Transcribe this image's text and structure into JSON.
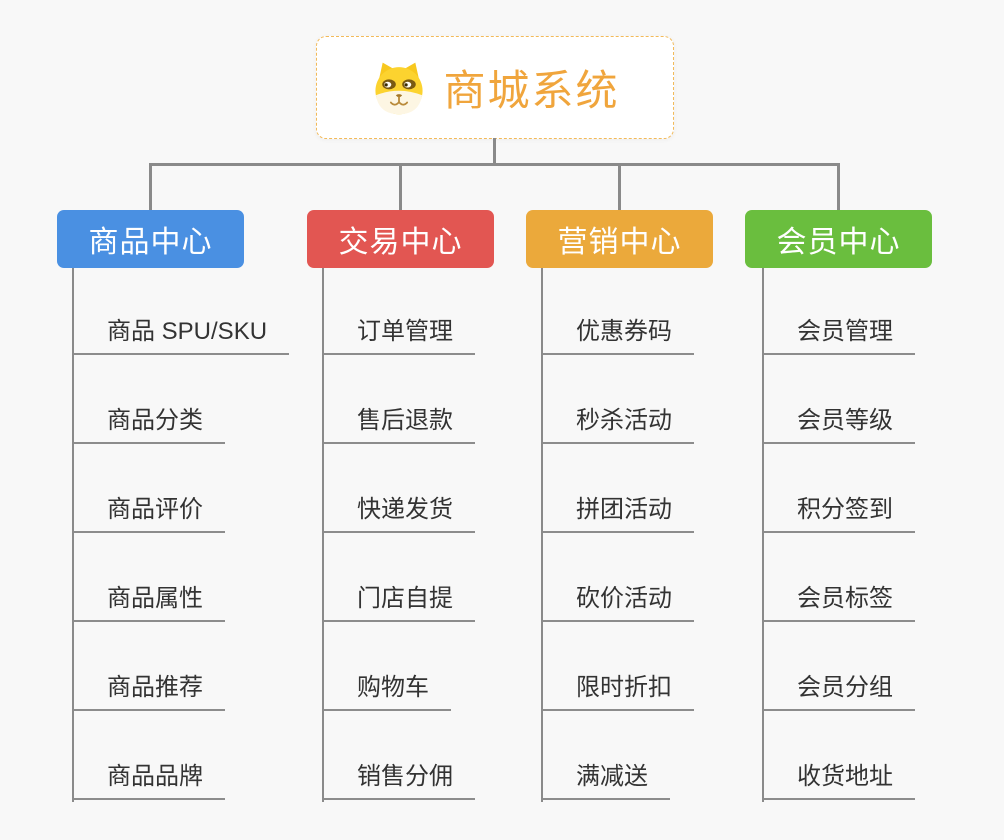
{
  "root": {
    "title": "商城系统",
    "icon": "dog-face-icon",
    "text_color": "#f0a53c",
    "border_color": "#f3ba59"
  },
  "connectors": {
    "color": "#8a8a8a"
  },
  "branches": [
    {
      "label": "商品中心",
      "color": "#4a90e2",
      "items": [
        "商品 SPU/SKU",
        "商品分类",
        "商品评价",
        "商品属性",
        "商品推荐",
        "商品品牌"
      ]
    },
    {
      "label": "交易中心",
      "color": "#e25652",
      "items": [
        "订单管理",
        "售后退款",
        "快递发货",
        "门店自提",
        "购物车",
        "销售分佣"
      ]
    },
    {
      "label": "营销中心",
      "color": "#eba93b",
      "items": [
        "优惠券码",
        "秒杀活动",
        "拼团活动",
        "砍价活动",
        "限时折扣",
        "满减送"
      ]
    },
    {
      "label": "会员中心",
      "color": "#6abe3e",
      "items": [
        "会员管理",
        "会员等级",
        "积分签到",
        "会员标签",
        "会员分组",
        "收货地址"
      ]
    }
  ]
}
